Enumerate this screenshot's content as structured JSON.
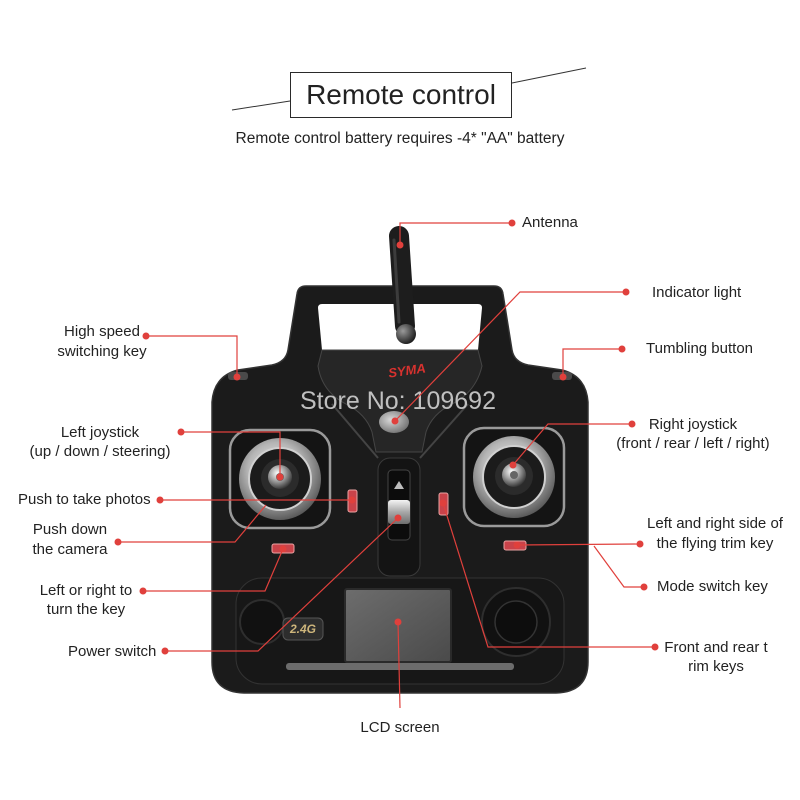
{
  "title": "Remote control",
  "subtitle": "Remote control battery requires -4* \"AA\" battery",
  "watermark": "Store No: 109692",
  "device": {
    "brand_logo": "SYMA",
    "frequency_badge": "2.4G"
  },
  "callouts": {
    "antenna": "Antenna",
    "indicator_light": "Indicator light",
    "tumbling_button": "Tumbling button",
    "high_speed_switching_key": [
      "High speed",
      "switching key"
    ],
    "right_joystick": [
      "Right joystick",
      "(front / rear / left / right)"
    ],
    "left_joystick": [
      "Left joystick",
      "(up / down / steering)"
    ],
    "push_to_take_photos": "Push to take photos",
    "push_down_camera": [
      "Push down",
      "the camera"
    ],
    "side_trim_keys": [
      "Left and right side of",
      "the flying trim key"
    ],
    "mode_switch_key": "Mode switch key",
    "turn_key": [
      "Left or right to",
      "turn the key"
    ],
    "power_switch": "Power switch",
    "front_rear_trim_keys": [
      "Front and rear t",
      "rim keys"
    ],
    "lcd_screen": "LCD screen"
  },
  "colors": {
    "callout": "#e0403c",
    "text": "#222222",
    "remote_body": "#1b1b1b",
    "brand_logo": "#d8322f",
    "badge_text": "#cdb57b"
  }
}
